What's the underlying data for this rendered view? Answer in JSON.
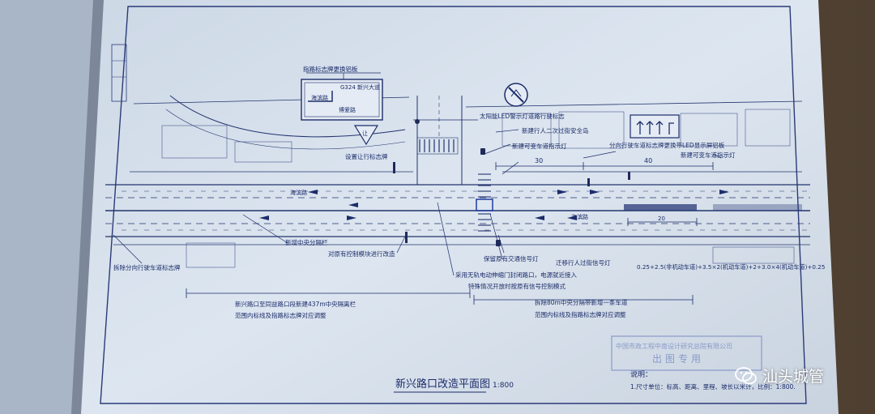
{
  "drawing": {
    "title": "新兴路口改造平面图",
    "scale": "1:800",
    "road_name_top": "海滨路",
    "road_name_bottom": "海滨路"
  },
  "annotations": [
    "指路标志牌更换铝板",
    "设置让行标志牌",
    "太阳能LED警示灯道路行驶标志",
    "新建行人二次过街安全岛",
    "新建可变车道指示灯",
    "分向行驶车道标志牌更换带LED显示屏铝板",
    "新建可变车道指示灯",
    "拆除分向行驶车道标志牌",
    "新增中央分隔栏",
    "对原有控制模块进行改造",
    "保留原有交通信号灯",
    "迁移行人过街信号灯",
    "采用无轨电动伸缩门封闭路口，电源就近接入",
    "特殊情况开放时按原有信号控制模式",
    "新兴路口至同益路口段新建437m中央隔离栏",
    "范围内标线及指路标志牌对应调整",
    "拆除80m中央分隔带新增一条车道",
    "范围内标线及指路标志牌对应调整"
  ],
  "dimensions": {
    "d30": "30",
    "d40": "40",
    "d20": "20",
    "cross_section": "0.25+2.5(非机动车道)+3.5×2(机动车道)+2+3.0×4(机动车道)+0.25"
  },
  "sign_board": {
    "line1": "G324 新兴大道",
    "line2": "海滨路",
    "line3": "博爱路"
  },
  "yield_sign": "让",
  "stamp": {
    "org": "中国市政工程中南设计研究总院有限公司",
    "text": "出图专用"
  },
  "notes": {
    "heading": "说明：",
    "line1": "1.尺寸单位：标高、距离、里程、坡长以米计，比例：1:800."
  },
  "watermark": "汕头城管",
  "colors": {
    "paper": "#d8e2ee",
    "ink": "#1c2c6a",
    "background": "#5b4a38"
  }
}
